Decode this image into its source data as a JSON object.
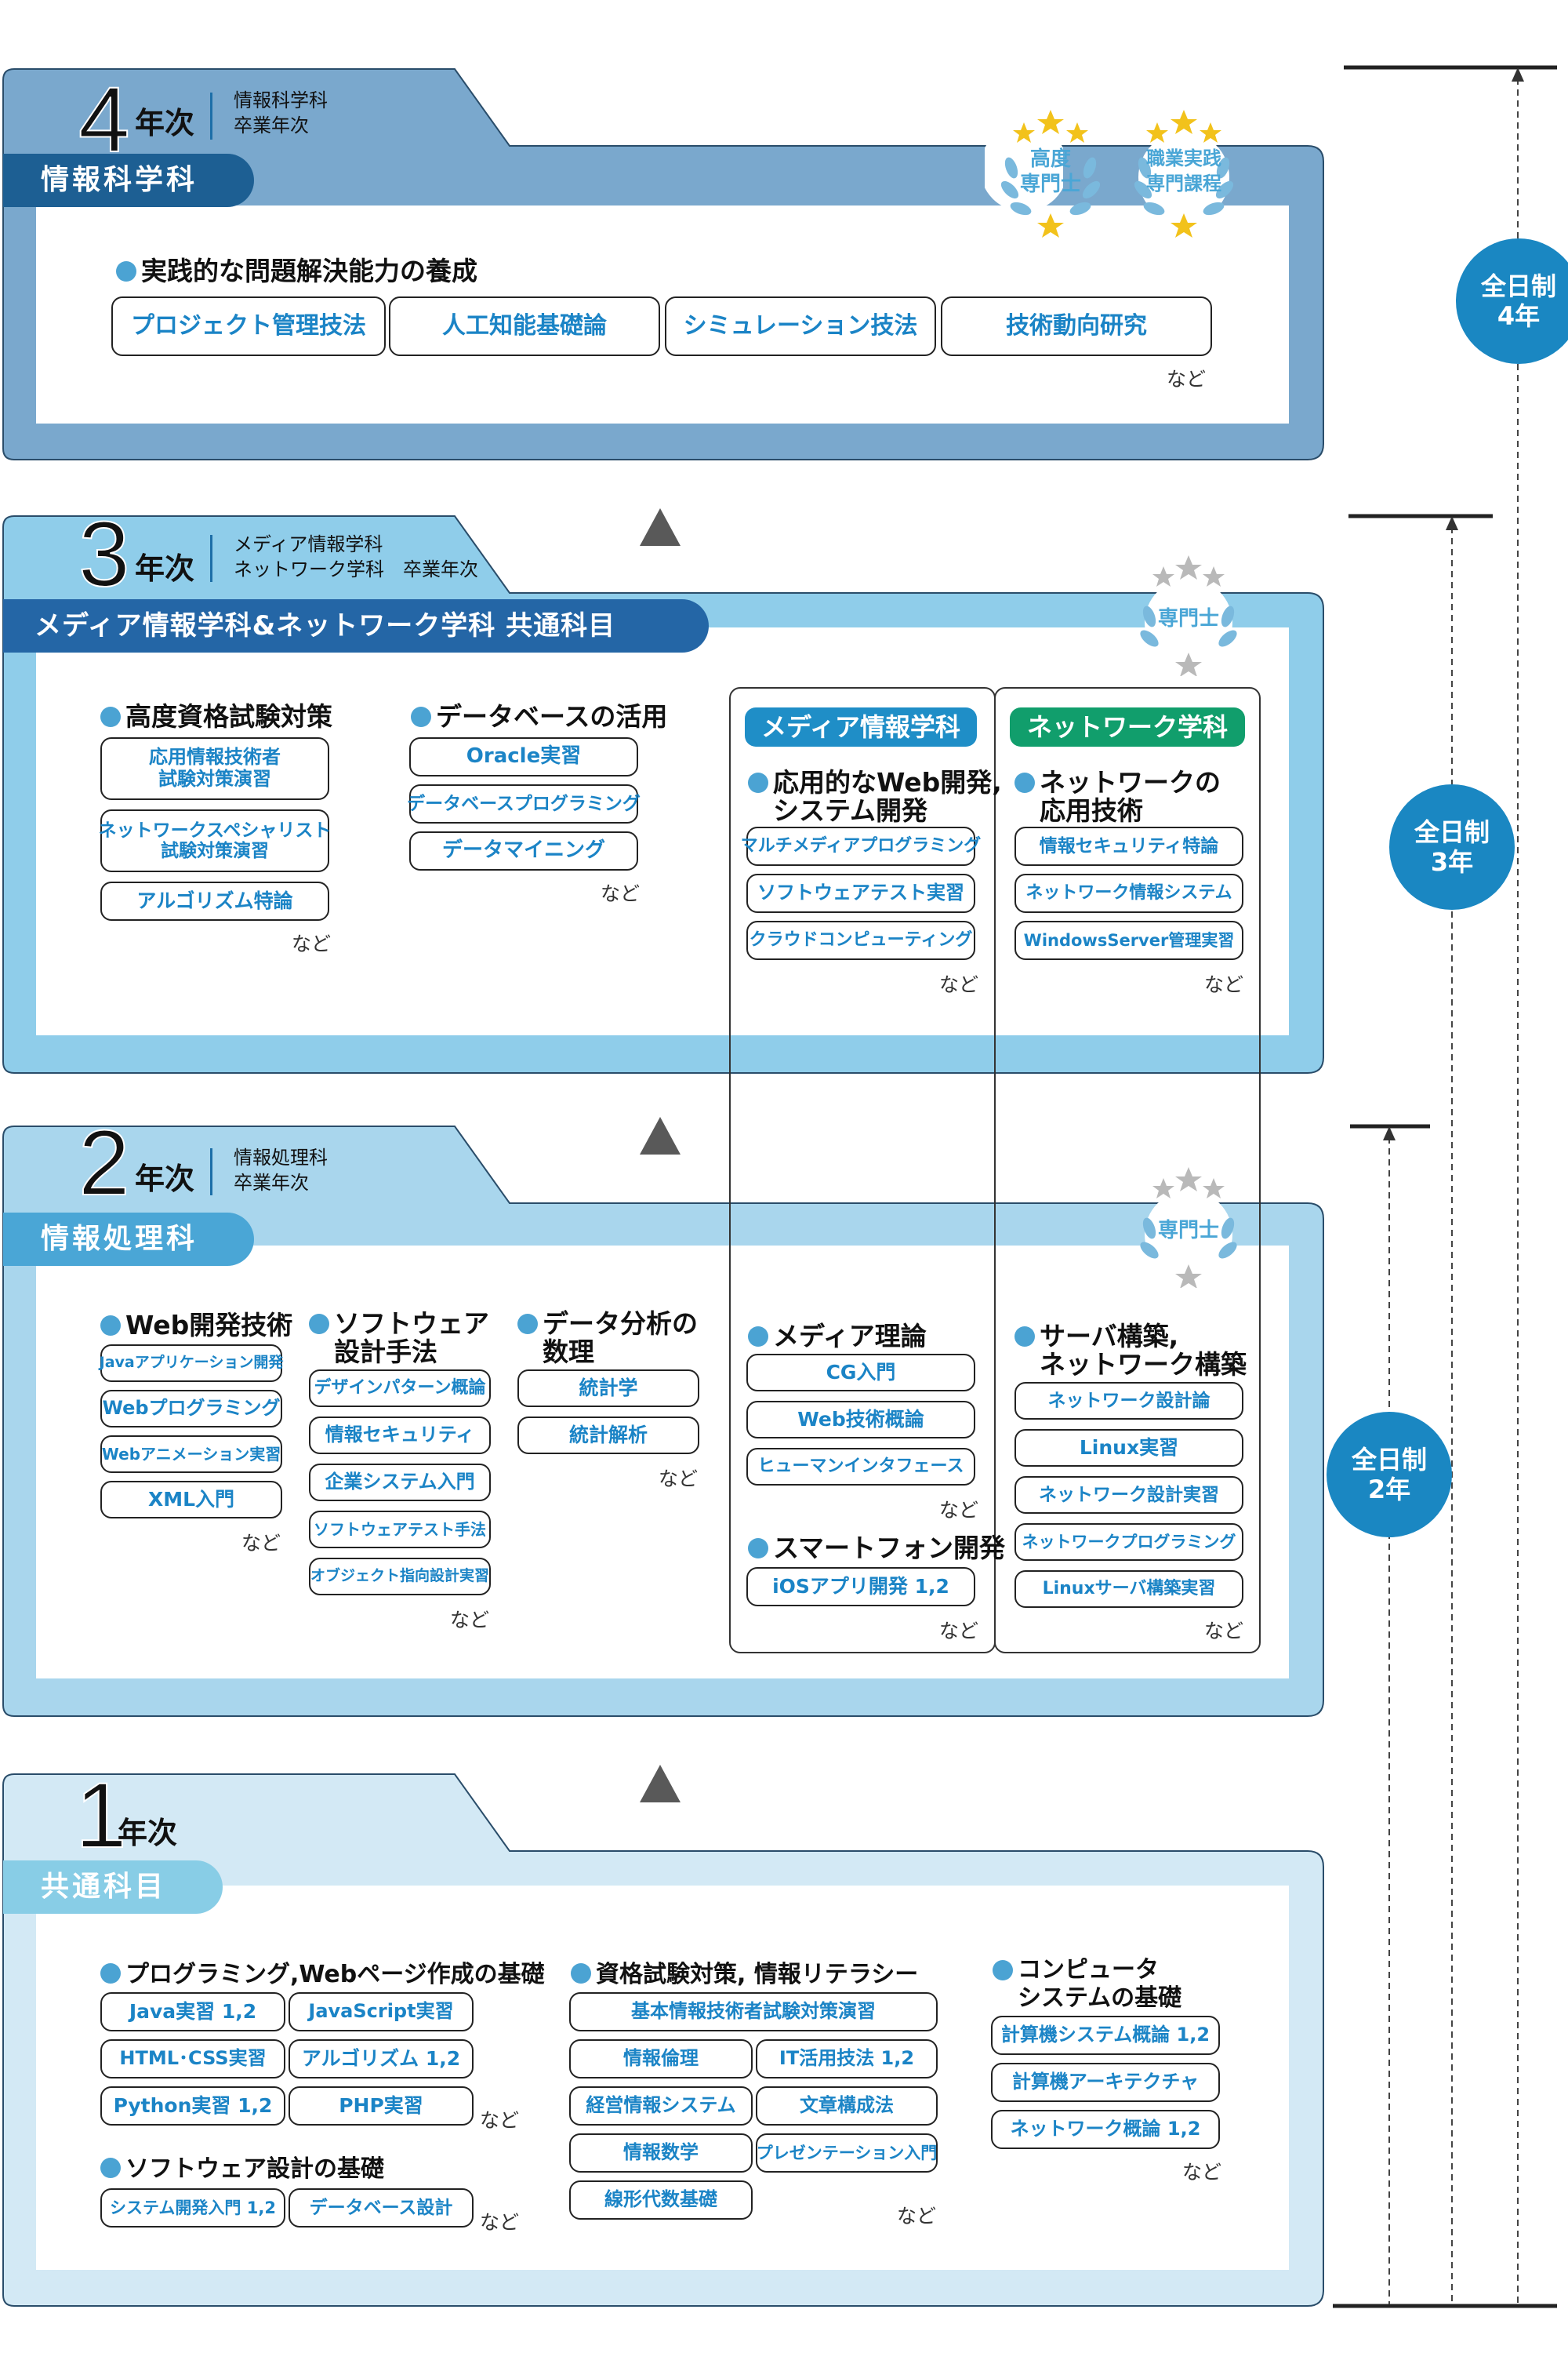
{
  "y4": {
    "num": "4",
    "nenji": "年次",
    "sub1": "情報科学科",
    "sub2": "卒業年次",
    "pill": "情報科学科",
    "badge1_l1": "高度",
    "badge1_l2": "専門士",
    "badge2_l1": "職業実践",
    "badge2_l2": "専門課程",
    "head": "実践的な問題解決能力の養成",
    "items": [
      "プロジェクト管理技法",
      "人工知能基礎論",
      "シミュレーション技法",
      "技術動向研究"
    ],
    "nado": "など"
  },
  "y3": {
    "num": "3",
    "nenji": "年次",
    "sub1": "メディア情報学科",
    "sub2": "ネットワーク学科　卒業年次",
    "pill": "メディア情報学科&ネットワーク学科 共通科目",
    "badge": "専門士",
    "g1": {
      "head": "高度資格試験対策",
      "items": [
        "応用情報技術者\n試験対策演習",
        "ネットワークスペシャリスト\n試験対策演習",
        "アルゴリズム特論"
      ],
      "nado": "など"
    },
    "g2": {
      "head": "データベースの活用",
      "items": [
        "Oracle実習",
        "データベースプログラミング",
        "データマイニング"
      ],
      "nado": "など"
    },
    "media": {
      "tag": "メディア情報学科",
      "head": "応用的なWeb開発,\nシステム開発",
      "items": [
        "マルチメディアプログラミング",
        "ソフトウェアテスト実習",
        "クラウドコンピューティング"
      ],
      "nado": "など"
    },
    "net": {
      "tag": "ネットワーク学科",
      "head": "ネットワークの\n応用技術",
      "items": [
        "情報セキュリティ特論",
        "ネットワーク情報システム",
        "WindowsServer管理実習"
      ],
      "nado": "など"
    }
  },
  "y2": {
    "num": "2",
    "nenji": "年次",
    "sub1": "情報処理科",
    "sub2": "卒業年次",
    "pill": "情報処理科",
    "badge": "専門士",
    "g1": {
      "head": "Web開発技術",
      "items": [
        "Javaアプリケーション開発",
        "Webプログラミング",
        "Webアニメーション実習",
        "XML入門"
      ],
      "nado": "など"
    },
    "g2": {
      "head": "ソフトウェア\n設計手法",
      "items": [
        "デザインパターン概論",
        "情報セキュリティ",
        "企業システム入門",
        "ソフトウェアテスト手法",
        "オブジェクト指向設計実習"
      ],
      "nado": "など"
    },
    "g3": {
      "head": "データ分析の\n数理",
      "items": [
        "統計学",
        "統計解析"
      ],
      "nado": "など"
    },
    "media": {
      "head": "メディア理論",
      "items": [
        "CG入門",
        "Web技術概論",
        "ヒューマンインタフェース"
      ],
      "nado": "など",
      "head2": "スマートフォン開発",
      "items2": [
        "iOSアプリ開発 1,2"
      ],
      "nado2": "など"
    },
    "net": {
      "head": "サーバ構築,\nネットワーク構築",
      "items": [
        "ネットワーク設計論",
        "Linux実習",
        "ネットワーク設計実習",
        "ネットワークプログラミング",
        "Linuxサーバ構築実習"
      ],
      "nado": "など"
    }
  },
  "y1": {
    "num": "1",
    "nenji": "年次",
    "pill": "共通科目",
    "g1": {
      "head": "プログラミング,Webページ作成の基礎",
      "items": [
        "Java実習 1,2",
        "JavaScript実習",
        "HTML･CSS実習",
        "アルゴリズム 1,2",
        "Python実習 1,2",
        "PHP実習"
      ],
      "nado": "など"
    },
    "g2": {
      "head": "ソフトウェア設計の基礎",
      "items": [
        "システム開発入門 1,2",
        "データベース設計"
      ],
      "nado": "など"
    },
    "g3": {
      "head": "資格試験対策, 情報リテラシー",
      "items": [
        "基本情報技術者試験対策演習",
        "情報倫理",
        "IT活用技法 1,2",
        "経営情報システム",
        "文章構成法",
        "情報数学",
        "プレゼンテーション入門",
        "線形代数基礎"
      ],
      "nado": "など"
    },
    "g4": {
      "head": "コンピュータ\nシステムの基礎",
      "items": [
        "計算機システム概論 1,2",
        "計算機アーキテクチャ",
        "ネットワーク概論 1,2"
      ],
      "nado": "など"
    }
  },
  "timeline": {
    "c4": [
      "全日制",
      "4年"
    ],
    "c3": [
      "全日制",
      "3年"
    ],
    "c2": [
      "全日制",
      "2年"
    ]
  },
  "colors": {
    "y4": "#7aa8cd",
    "y3": "#8fcdea",
    "y2": "#a9d6ed",
    "y1": "#d3e9f5",
    "pill4": "#1d5f93",
    "pill3": "#2466a6",
    "pill2": "#4aa6d6",
    "pill1": "#88cde6",
    "media": "#1f8ec7",
    "net": "#119e6c",
    "accent": "#1b84c6"
  }
}
